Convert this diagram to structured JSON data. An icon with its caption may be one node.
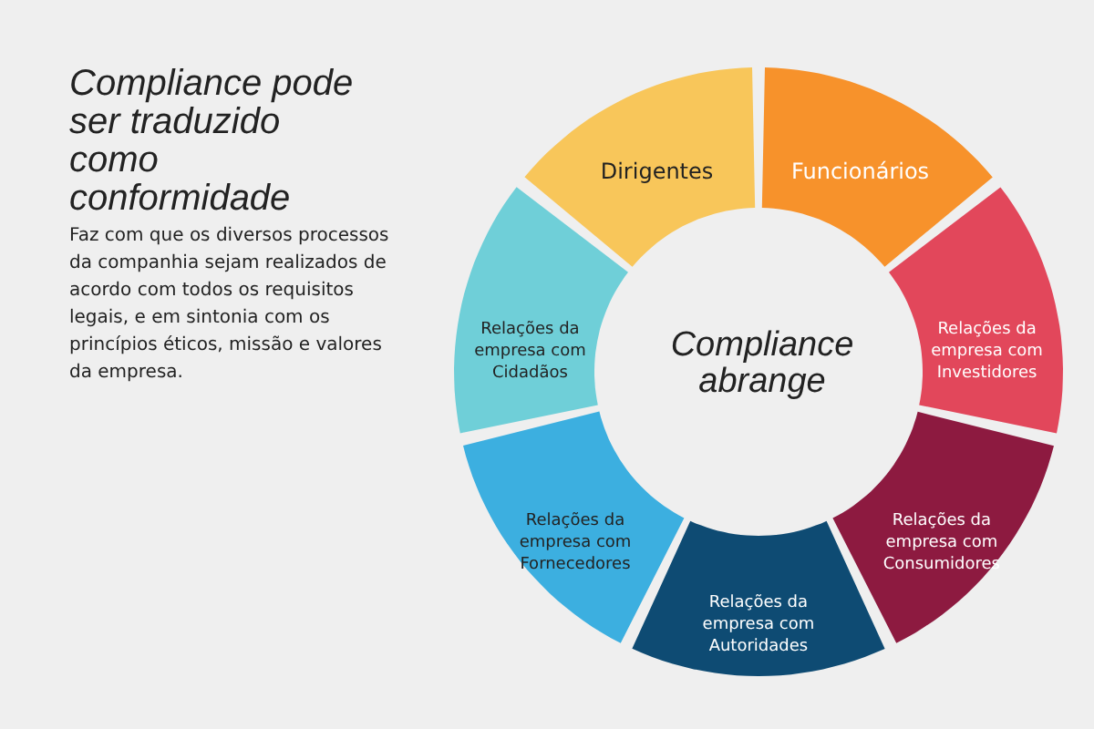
{
  "diagram": {
    "title": "Compliance pode ser traduzido como conformidade",
    "nodes": [
      {
        "text": [
          "Dirigentes"
        ]
      },
      {
        "text": [
          "Funcionários"
        ]
      },
      {
        "text": [
          "Relações da empresa com Investidores"
        ]
      },
      {
        "text": [
          "Relações da empresa com Consumidores"
        ]
      },
      {
        "text": [
          "Relações da empresa com Autoridades"
        ]
      },
      {
        "text": [
          "Relações da empresa com Fornecedores"
        ]
      },
      {
        "text": [
          "Relações da empresa com Cidadãos"
        ]
      }
    ],
    "edges": [],
    "labels": [
      "Faz com que os diversos processos da companhia sejam realizados de acordo com todos os requisitos legais, e em sintonia com os princípios éticos, missão e valores da empresa.",
      "Compliance abrange"
    ]
  }
}
